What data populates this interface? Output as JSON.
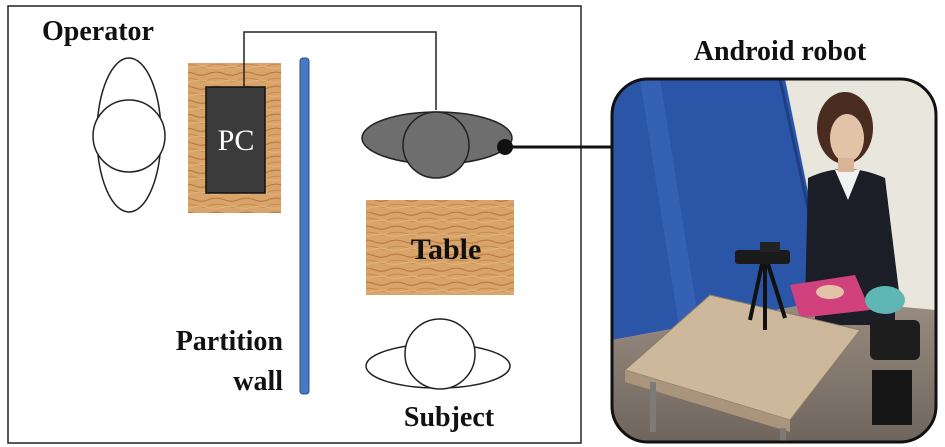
{
  "labels": {
    "operator": "Operator",
    "pc": "PC",
    "partition_line1": "Partition",
    "partition_line2": "wall",
    "table": "Table",
    "subject": "Subject",
    "android_robot": "Android robot"
  },
  "colors": {
    "frame": "#222222",
    "wood_light": "#d9a46a",
    "wood_dark": "#b97a3f",
    "pc_box": "#3b3b3b",
    "partition": "#4a78c4",
    "robot_body": "#6e6e6e",
    "photo_wall_blue": "#2b56a8",
    "photo_wall_light": "#e9e6de"
  }
}
